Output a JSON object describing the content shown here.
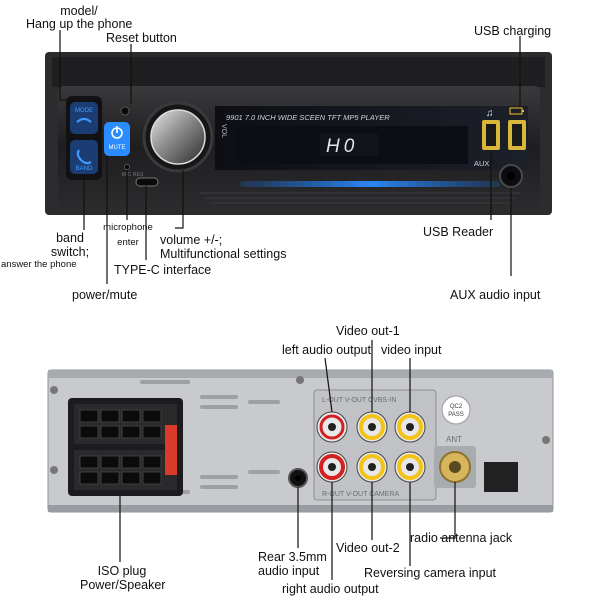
{
  "front_panel": {
    "model_text": "9901  7.0 INCH WIDE SCEEN TFT MP5 PLAYER",
    "display_text": "H0",
    "mode_key": "MODE",
    "band_key": "BAND",
    "mute_key": "MUTE",
    "vol_text": "VOL",
    "mic_text": "MIC",
    "reset_text": "RES",
    "aux_text": "AUX"
  },
  "front_labels": {
    "model": "model/",
    "hang_up": "Hang up the phone",
    "reset": "Reset button",
    "usb_charging": "USB charging",
    "band_switch_1": "band",
    "band_switch_2": "switch;",
    "answer_phone": "answer the phone",
    "microphone_1": "microphone",
    "microphone_2": "enter",
    "volume": "volume +/-;",
    "multifunctional": "Multifunctional settings",
    "type_c": "TYPE-C interface",
    "usb_reader": "USB Reader",
    "power_mute": "power/mute",
    "aux_input": "AUX audio input"
  },
  "back_panel": {
    "top_row_text": "L-OUT  V-OUT  CVBS-IN",
    "bottom_row_text": "R-OUT  V-OUT  CAMERA",
    "ant_text": "ANT",
    "qc_sticker_1": "QC2",
    "qc_sticker_2": "PASS"
  },
  "back_labels": {
    "video_out_1": "Video out-1",
    "left_audio": "left audio output",
    "video_input": "video input",
    "radio_antenna": "radio antenna jack",
    "iso_plug_1": "ISO plug",
    "iso_plug_2": "Power/Speaker",
    "rear_jack_1": "Rear 3.5mm",
    "rear_jack_2": "audio input",
    "video_out_2": "Video out-2",
    "reversing_camera": "Reversing camera input",
    "right_audio": "right audio output"
  },
  "colors": {
    "accent_blue": "#2a7fe0",
    "rca_red": "#d42020",
    "rca_white": "#f2f2f2",
    "rca_yellow": "#f3c318",
    "chassis": "#b9bcc0"
  }
}
